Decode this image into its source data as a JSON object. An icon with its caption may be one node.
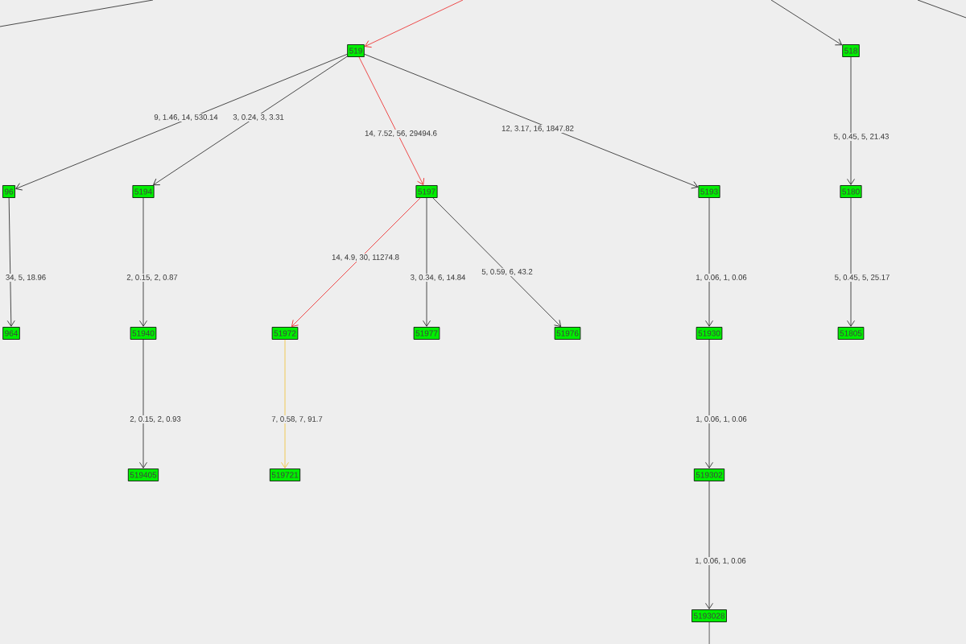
{
  "diagram": {
    "nodes": [
      {
        "text": [
          "519"
        ]
      },
      {
        "text": [
          "518"
        ]
      },
      {
        "text": [
          "96"
        ]
      },
      {
        "text": [
          "5194"
        ]
      },
      {
        "text": [
          "5197"
        ]
      },
      {
        "text": [
          "5193"
        ]
      },
      {
        "text": [
          "5180"
        ]
      },
      {
        "text": [
          "964"
        ]
      },
      {
        "text": [
          "51940"
        ]
      },
      {
        "text": [
          "51972"
        ]
      },
      {
        "text": [
          "51977"
        ]
      },
      {
        "text": [
          "51976"
        ]
      },
      {
        "text": [
          "51930"
        ]
      },
      {
        "text": [
          "51805"
        ]
      },
      {
        "text": [
          "519405"
        ]
      },
      {
        "text": [
          "519721"
        ]
      },
      {
        "text": [
          "519302"
        ]
      },
      {
        "text": [
          "5193028"
        ]
      }
    ],
    "edges": [
      {
        "from": null,
        "to": 0,
        "arrow": "to",
        "color": "#ee2222"
      },
      {
        "from": null,
        "to": 1,
        "arrow": "to"
      },
      {
        "from": 0,
        "to": 2,
        "arrow": "to",
        "label": "9, 1.46, 14, 530.14"
      },
      {
        "from": 0,
        "to": 3,
        "arrow": "to",
        "label": "3, 0.24, 3, 3.31"
      },
      {
        "from": 0,
        "to": 4,
        "arrow": "to",
        "label": "14, 7.52, 56, 29494.6",
        "color": "#ee2222"
      },
      {
        "from": 0,
        "to": 5,
        "arrow": "to",
        "label": "12, 3.17, 16, 1847.82"
      },
      {
        "from": 1,
        "to": 6,
        "arrow": "to",
        "label": "5, 0.45, 5, 21.43"
      },
      {
        "from": 2,
        "to": 7,
        "arrow": "to",
        "label": "34, 5, 18.96"
      },
      {
        "from": 3,
        "to": 8,
        "arrow": "to",
        "label": "2, 0.15, 2, 0.87"
      },
      {
        "from": 4,
        "to": 9,
        "arrow": "to",
        "label": "14, 4.9, 30, 11274.8",
        "color": "#ee2222"
      },
      {
        "from": 4,
        "to": 10,
        "arrow": "to",
        "label": "3, 0.34, 6, 14.84"
      },
      {
        "from": 4,
        "to": 11,
        "arrow": "to",
        "label": "5, 0.59, 6, 43.2"
      },
      {
        "from": 5,
        "to": 12,
        "arrow": "to",
        "label": "1, 0.06, 1, 0.06"
      },
      {
        "from": 6,
        "to": 13,
        "arrow": "to",
        "label": "5, 0.45, 5, 25.17"
      },
      {
        "from": 8,
        "to": 14,
        "arrow": "to",
        "label": "2, 0.15, 2, 0.93"
      },
      {
        "from": 9,
        "to": 15,
        "arrow": "to",
        "label": "7, 0.58, 7, 91.7",
        "color": "#f0c030"
      },
      {
        "from": 12,
        "to": 16,
        "arrow": "to",
        "label": "1, 0.06, 1, 0.06"
      },
      {
        "from": 16,
        "to": 17,
        "arrow": "to",
        "label": "1, 0.06, 1, 0.06"
      },
      {
        "from": 17,
        "to": null,
        "arrow": "none"
      }
    ]
  }
}
